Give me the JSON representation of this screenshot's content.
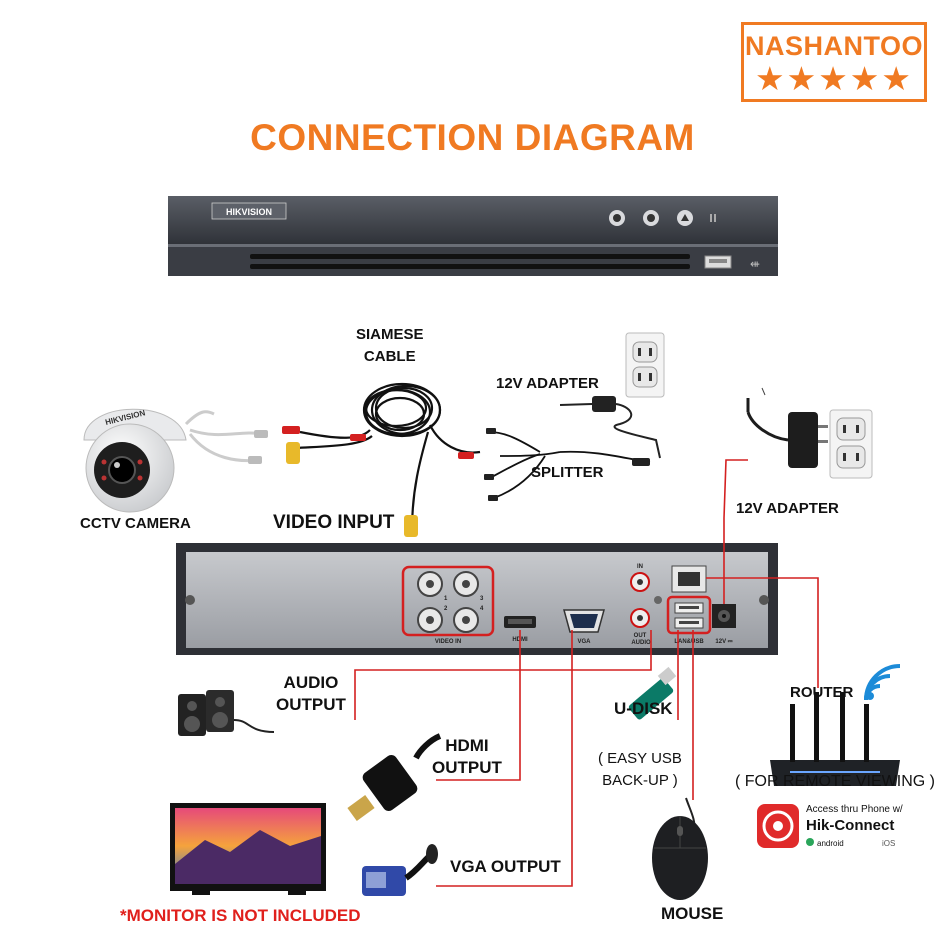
{
  "brand": {
    "name": "NASHANTOO",
    "stars": "★★★★★"
  },
  "title": "CONNECTION DIAGRAM",
  "device": {
    "front_logo": "HIKVISION"
  },
  "ports": {
    "video_in": "VIDEO IN",
    "hdmi": "HDMI",
    "vga": "VGA",
    "audio": "AUDIO",
    "audio_in": "IN",
    "audio_out": "OUT",
    "lan_usb": "LAN&USB",
    "power": "12V ⎓",
    "channels": [
      "1",
      "2",
      "3",
      "4"
    ]
  },
  "labels": {
    "siamese_cable": "SIAMESE\nCABLE",
    "adapter_top": "12V ADAPTER",
    "splitter": "SPLITTER",
    "cctv_camera": "CCTV CAMERA",
    "video_input": "VIDEO INPUT",
    "adapter_right": "12V ADAPTER",
    "audio_output": "AUDIO\nOUTPUT",
    "hdmi_output": "HDMI\nOUTPUT",
    "vga_output": "VGA OUTPUT",
    "u_disk": "U-DISK",
    "u_disk_note": "( EASY USB\nBACK-UP )",
    "router": "ROUTER",
    "router_note": "( FOR REMOTE VIEWING )",
    "mouse": "MOUSE",
    "monitor_note": "*MONITOR  IS NOT INCLUDED",
    "camera_logo": "HIKVISION"
  },
  "hik_connect": {
    "tagline": "Access thru Phone w/",
    "name": "Hik-Connect",
    "android": "android",
    "ios": "iOS"
  },
  "colors": {
    "accent": "#f07a22",
    "wire": "#d42020",
    "warning": "#e0201c"
  }
}
